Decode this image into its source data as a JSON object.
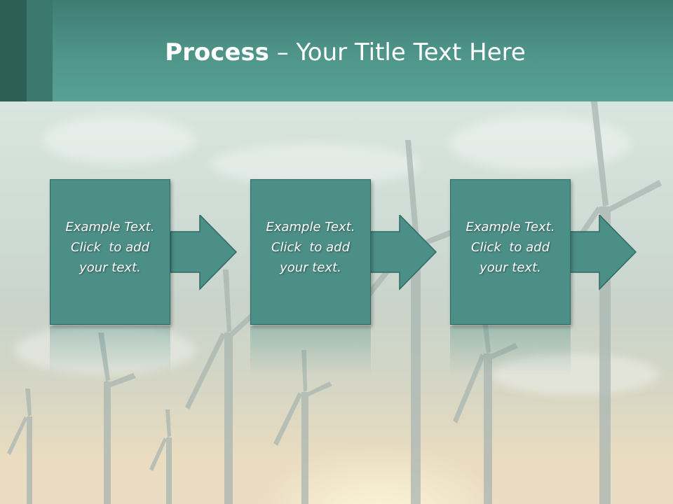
{
  "slide": {
    "title_bold": "Process",
    "title_rest": " – Your Title Text Here"
  },
  "steps": [
    {
      "line1": "Example Text.",
      "line2": "Click  to add",
      "line3": "your text."
    },
    {
      "line1": "Example Text.",
      "line2": "Click  to add",
      "line3": "your text."
    },
    {
      "line1": "Example Text.",
      "line2": "Click  to add",
      "line3": "your text."
    }
  ],
  "colors": {
    "header": "#4f958a",
    "box_fill": "#4c8f86",
    "stripe_dark": "#2d5f57"
  }
}
